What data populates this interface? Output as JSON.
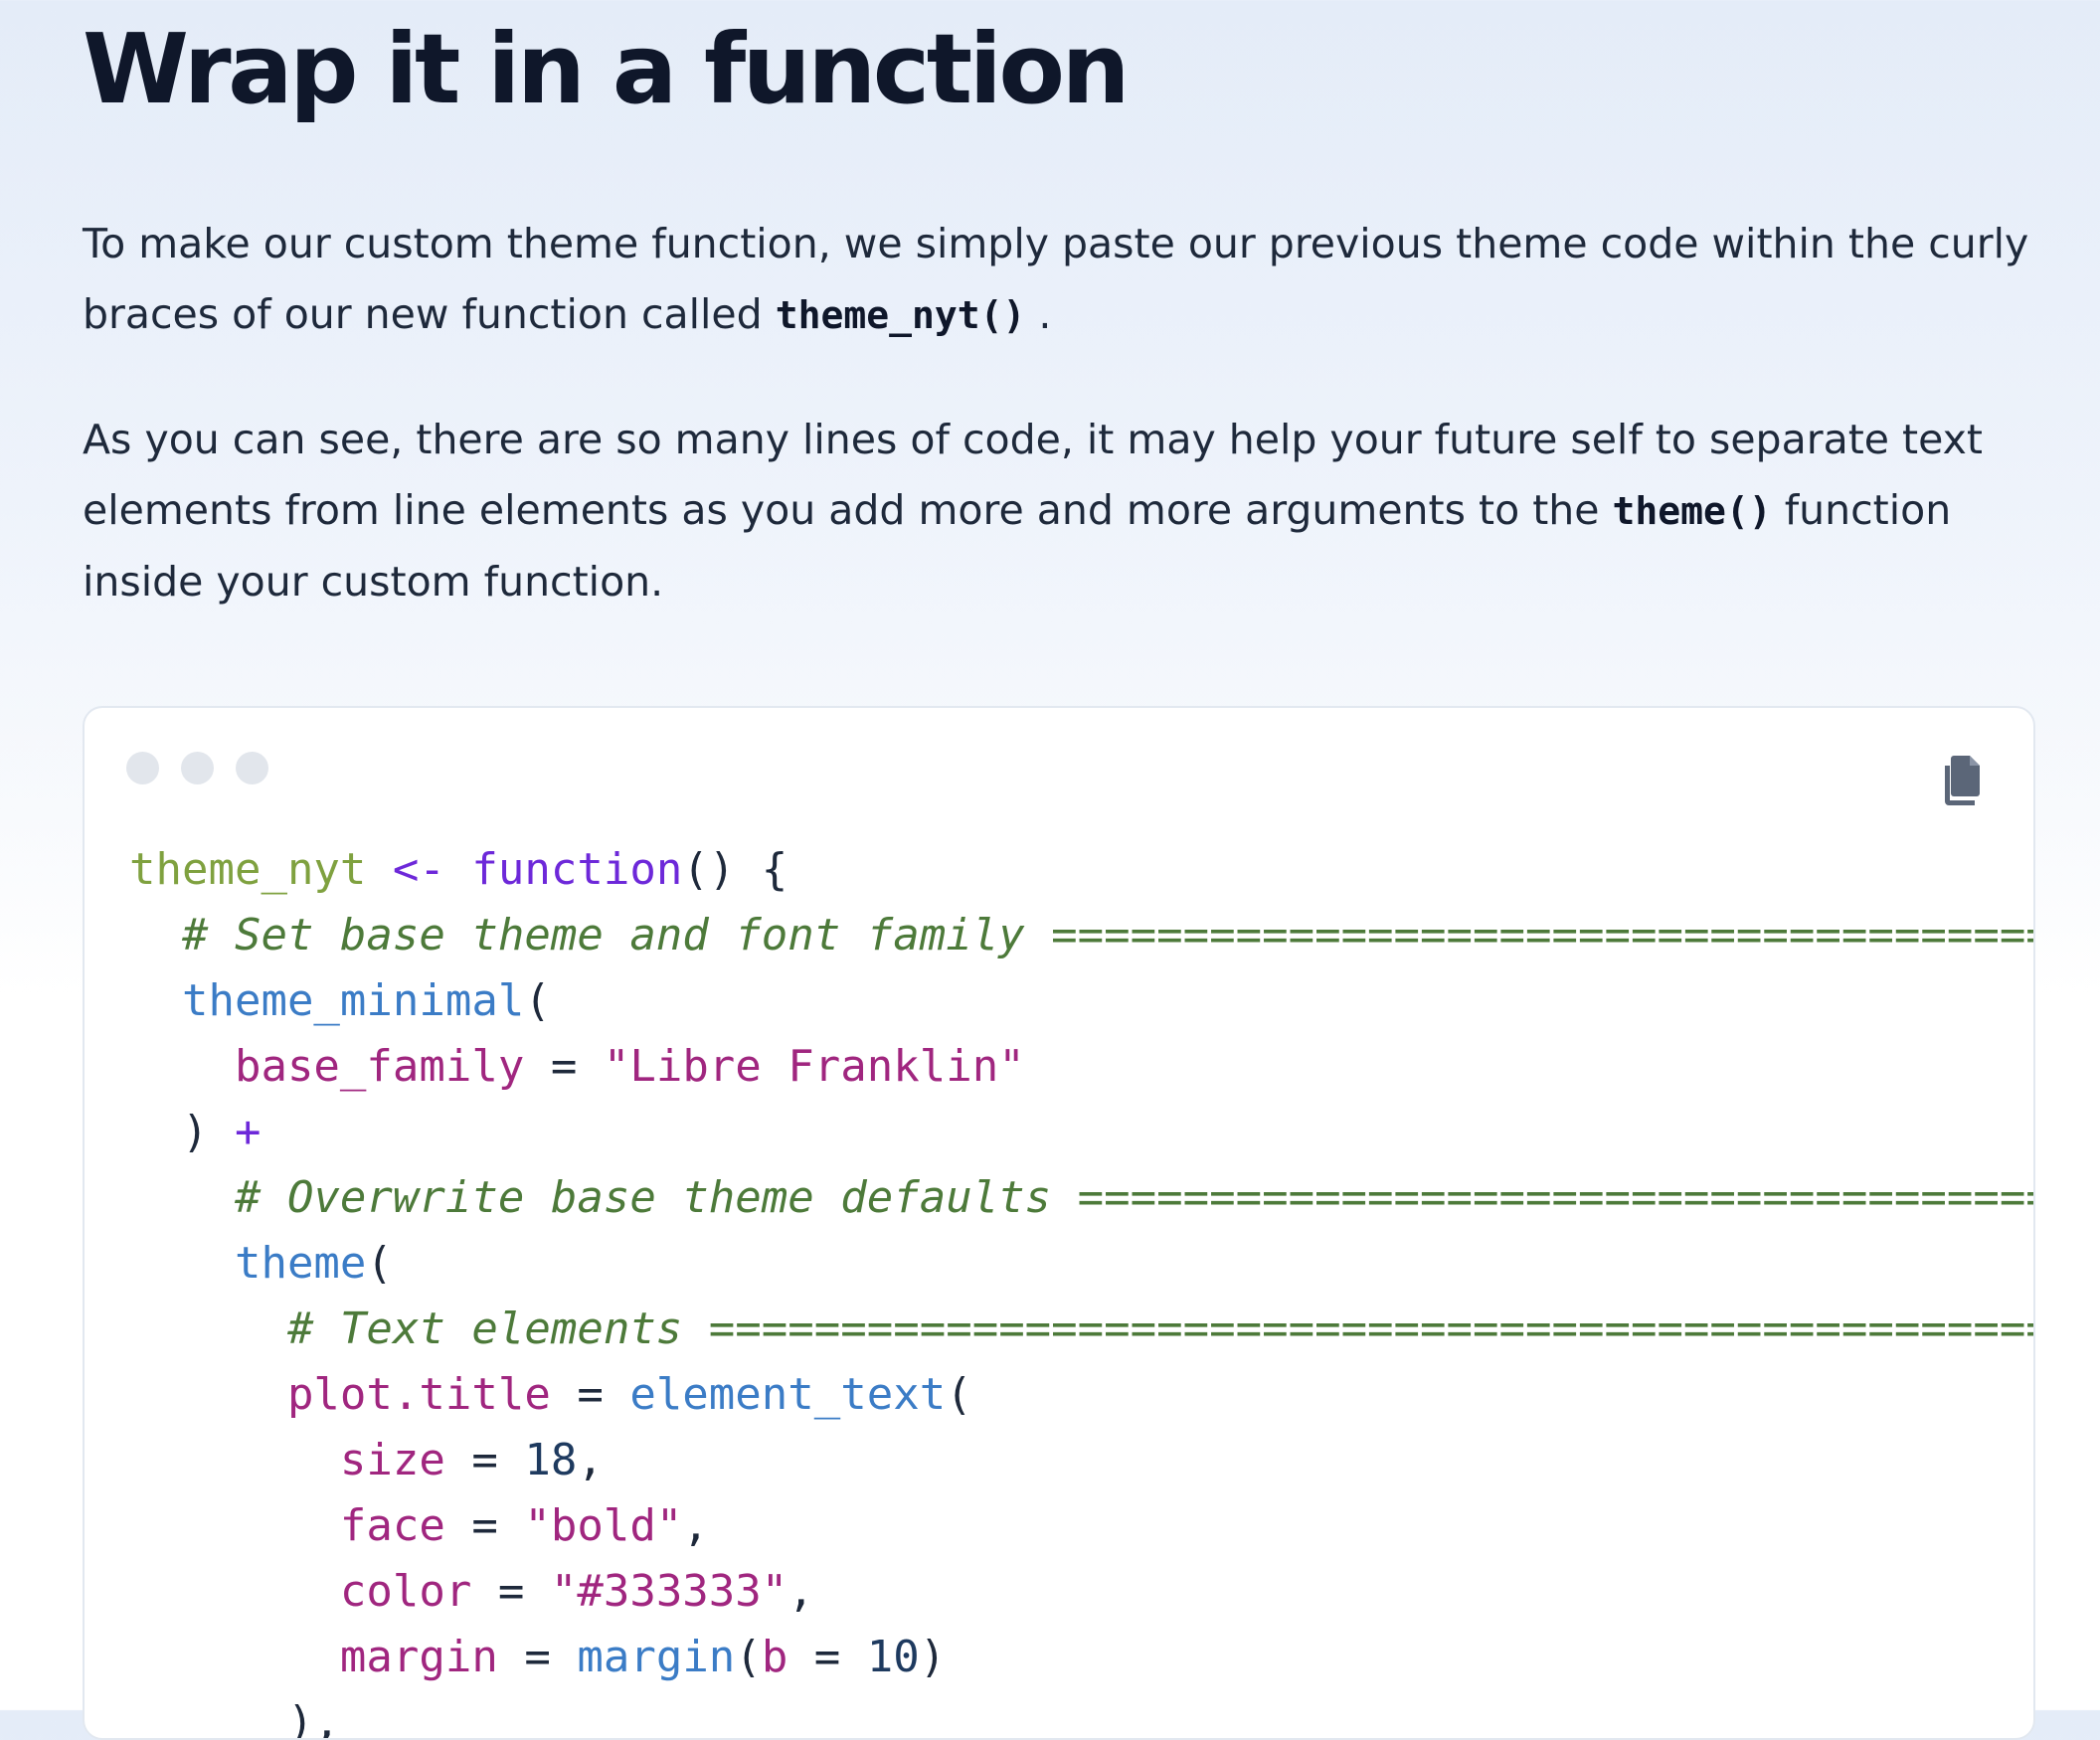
{
  "heading": "Wrap it in a function",
  "paragraph1": {
    "before": "To make our custom theme function, we simply paste our previous theme code within the curly braces of our new function called ",
    "code": "theme_nyt()",
    "after": " ."
  },
  "paragraph2": {
    "before": "As you can see, there are so many lines of code, it may help your future self to separate text elements from line elements as you add more and more arguments to the ",
    "code": "theme()",
    "after": " function inside your custom function."
  },
  "code_block": {
    "copy_icon": "copy-icon",
    "lines": {
      "l1_var": "theme_nyt",
      "l1_assign": " <- ",
      "l1_kw": "function",
      "l1_rest": "() {",
      "l2_comment": "  # Set base theme and font family ",
      "l2_rule": "=============================================",
      "l3_fn": "  theme_minimal",
      "l3_p": "(",
      "l4_arg": "    base_family",
      "l4_eq": " = ",
      "l4_str": "\"Libre Franklin\"",
      "l5_p": "  ) ",
      "l5_op": "+",
      "l6_comment": "    # Overwrite base theme defaults ",
      "l6_rule": "=============================================",
      "l7_fn": "    theme",
      "l7_p": "(",
      "l8_comment": "      # Text elements ",
      "l8_rule": "=======================================================",
      "l9_arg": "      plot.title",
      "l9_eq": " = ",
      "l9_fn": "element_text",
      "l9_p": "(",
      "l10_arg": "        size",
      "l10_eq": " = ",
      "l10_num": "18",
      "l10_p": ",",
      "l11_arg": "        face",
      "l11_eq": " = ",
      "l11_str": "\"bold\"",
      "l11_p": ",",
      "l12_arg": "        color",
      "l12_eq": " = ",
      "l12_str": "\"#333333\"",
      "l12_p": ",",
      "l13_arg": "        margin",
      "l13_eq": " = ",
      "l13_fn": "margin",
      "l13_p1": "(",
      "l13_arg2": "b",
      "l13_eq2": " = ",
      "l13_num": "10",
      "l13_p2": ")",
      "l14_p": "      ),"
    }
  }
}
